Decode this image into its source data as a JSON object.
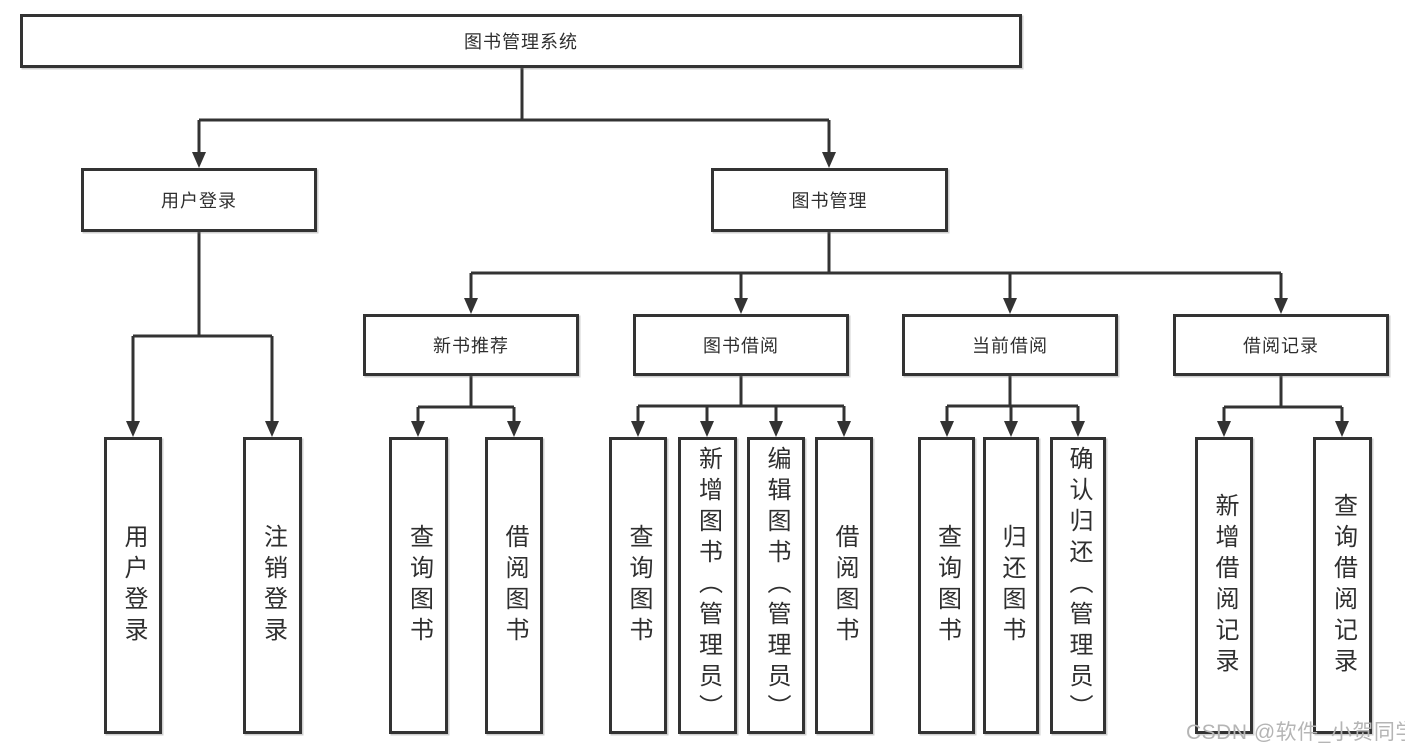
{
  "diagram_title": "图书管理系统",
  "tree": {
    "label": "图书管理系统",
    "children": [
      {
        "label": "用户登录",
        "children": [
          {
            "label": "用户登录"
          },
          {
            "label": "注销登录"
          }
        ]
      },
      {
        "label": "图书管理",
        "children": [
          {
            "label": "新书推荐",
            "children": [
              {
                "label": "查询图书"
              },
              {
                "label": "借阅图书"
              }
            ]
          },
          {
            "label": "图书借阅",
            "children": [
              {
                "label": "查询图书"
              },
              {
                "label": "新增图书（管理员）"
              },
              {
                "label": "编辑图书（管理员）"
              },
              {
                "label": "借阅图书"
              }
            ]
          },
          {
            "label": "当前借阅",
            "children": [
              {
                "label": "查询图书"
              },
              {
                "label": "归还图书"
              },
              {
                "label": "确认归还（管理员）"
              }
            ]
          },
          {
            "label": "借阅记录",
            "children": [
              {
                "label": "新增借阅记录"
              },
              {
                "label": "查询借阅记录"
              }
            ]
          }
        ]
      }
    ]
  },
  "watermark": "CSDN @软件_小贺同学",
  "colors": {
    "line": "#333333",
    "text": "#2f2f2f",
    "watermark": "#b5b5b5",
    "background": "#ffffff"
  }
}
